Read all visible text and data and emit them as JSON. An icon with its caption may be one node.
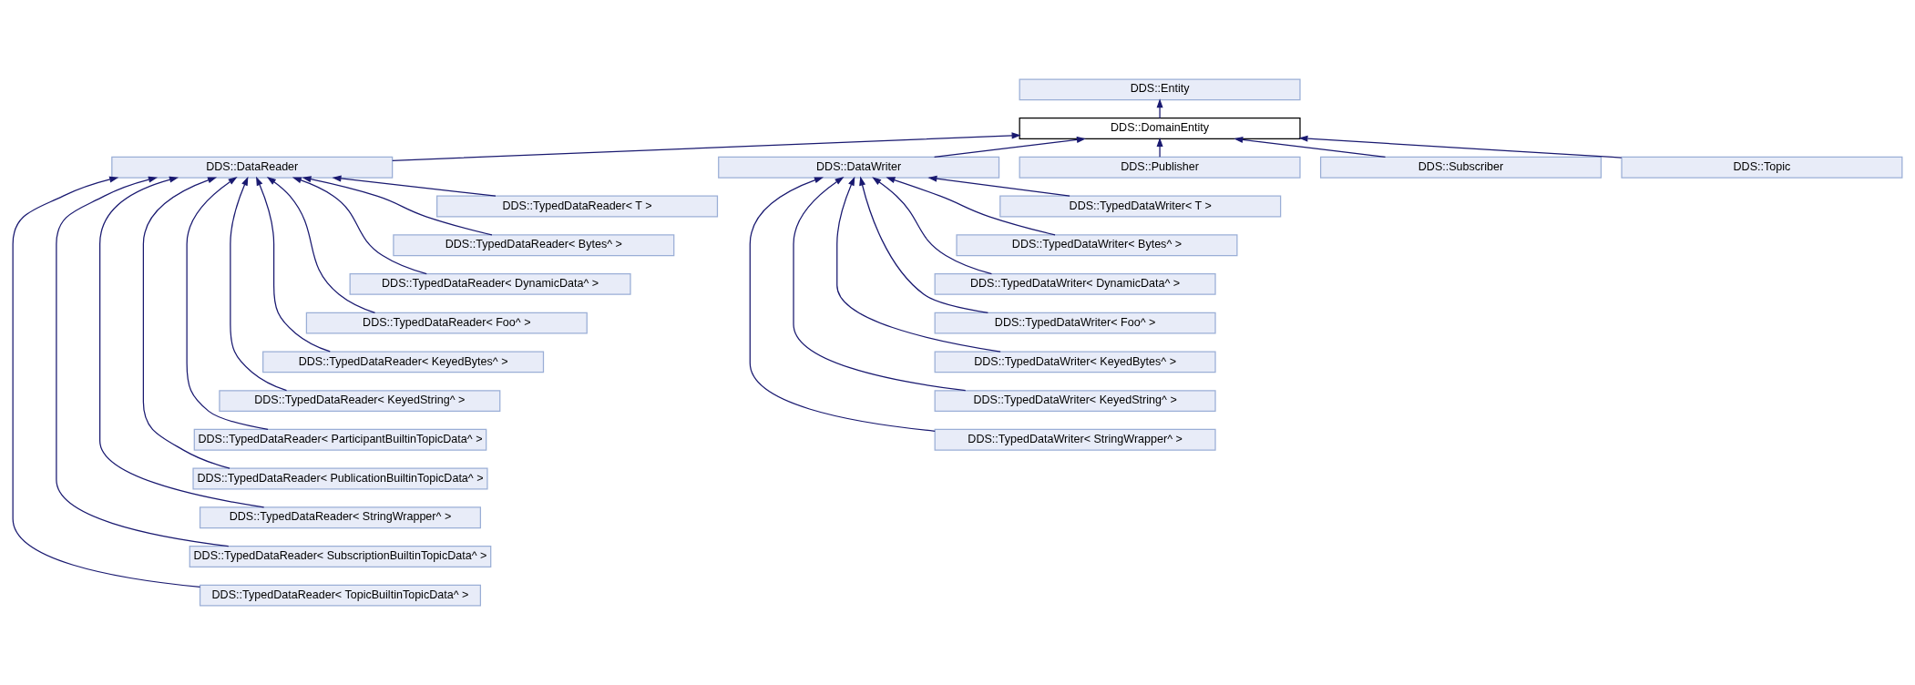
{
  "diagram": {
    "nodes": [
      {
        "text": [
          "DDS::Entity"
        ]
      },
      {
        "text": [
          "DDS::DomainEntity"
        ]
      },
      {
        "text": [
          "DDS::DataReader"
        ]
      },
      {
        "text": [
          "DDS::DataWriter"
        ]
      },
      {
        "text": [
          "DDS::Publisher"
        ]
      },
      {
        "text": [
          "DDS::Subscriber"
        ]
      },
      {
        "text": [
          "DDS::Topic"
        ]
      },
      {
        "text": [
          "DDS::TypedDataReader< T >"
        ]
      },
      {
        "text": [
          "DDS::TypedDataReader< Bytes^ >"
        ]
      },
      {
        "text": [
          "DDS::TypedDataReader< DynamicData^ >"
        ]
      },
      {
        "text": [
          "DDS::TypedDataReader< Foo^ >"
        ]
      },
      {
        "text": [
          "DDS::TypedDataReader< KeyedBytes^ >"
        ]
      },
      {
        "text": [
          "DDS::TypedDataReader< KeyedString^ >"
        ]
      },
      {
        "text": [
          "DDS::TypedDataReader< ParticipantBuiltinTopicData^ >"
        ]
      },
      {
        "text": [
          "DDS::TypedDataReader< PublicationBuiltinTopicData^ >"
        ]
      },
      {
        "text": [
          "DDS::TypedDataReader< StringWrapper^ >"
        ]
      },
      {
        "text": [
          "DDS::TypedDataReader< SubscriptionBuiltinTopicData^ >"
        ]
      },
      {
        "text": [
          "DDS::TypedDataReader< TopicBuiltinTopicData^ >"
        ]
      },
      {
        "text": [
          "DDS::TypedDataWriter< T >"
        ]
      },
      {
        "text": [
          "DDS::TypedDataWriter< Bytes^ >"
        ]
      },
      {
        "text": [
          "DDS::TypedDataWriter< DynamicData^ >"
        ]
      },
      {
        "text": [
          "DDS::TypedDataWriter< Foo^ >"
        ]
      },
      {
        "text": [
          "DDS::TypedDataWriter< KeyedBytes^ >"
        ]
      },
      {
        "text": [
          "DDS::TypedDataWriter< KeyedString^ >"
        ]
      },
      {
        "text": [
          "DDS::TypedDataWriter< StringWrapper^ >"
        ]
      }
    ],
    "edges": [
      {
        "from": 1,
        "to": 0,
        "arrow": "to"
      },
      {
        "from": 2,
        "to": 1,
        "arrow": "to"
      },
      {
        "from": 3,
        "to": 1,
        "arrow": "to"
      },
      {
        "from": 4,
        "to": 1,
        "arrow": "to"
      },
      {
        "from": 5,
        "to": 1,
        "arrow": "to"
      },
      {
        "from": 6,
        "to": 1,
        "arrow": "to"
      },
      {
        "from": 7,
        "to": 2,
        "arrow": "to"
      },
      {
        "from": 8,
        "to": 2,
        "arrow": "to"
      },
      {
        "from": 9,
        "to": 2,
        "arrow": "to"
      },
      {
        "from": 10,
        "to": 2,
        "arrow": "to"
      },
      {
        "from": 11,
        "to": 2,
        "arrow": "to"
      },
      {
        "from": 12,
        "to": 2,
        "arrow": "to"
      },
      {
        "from": 13,
        "to": 2,
        "arrow": "to"
      },
      {
        "from": 14,
        "to": 2,
        "arrow": "to"
      },
      {
        "from": 15,
        "to": 2,
        "arrow": "to"
      },
      {
        "from": 16,
        "to": 2,
        "arrow": "to"
      },
      {
        "from": 17,
        "to": 2,
        "arrow": "to"
      },
      {
        "from": 18,
        "to": 3,
        "arrow": "to"
      },
      {
        "from": 19,
        "to": 3,
        "arrow": "to"
      },
      {
        "from": 20,
        "to": 3,
        "arrow": "to"
      },
      {
        "from": 21,
        "to": 3,
        "arrow": "to"
      },
      {
        "from": 22,
        "to": 3,
        "arrow": "to"
      },
      {
        "from": 23,
        "to": 3,
        "arrow": "to"
      },
      {
        "from": 24,
        "to": 3,
        "arrow": "to"
      }
    ]
  }
}
